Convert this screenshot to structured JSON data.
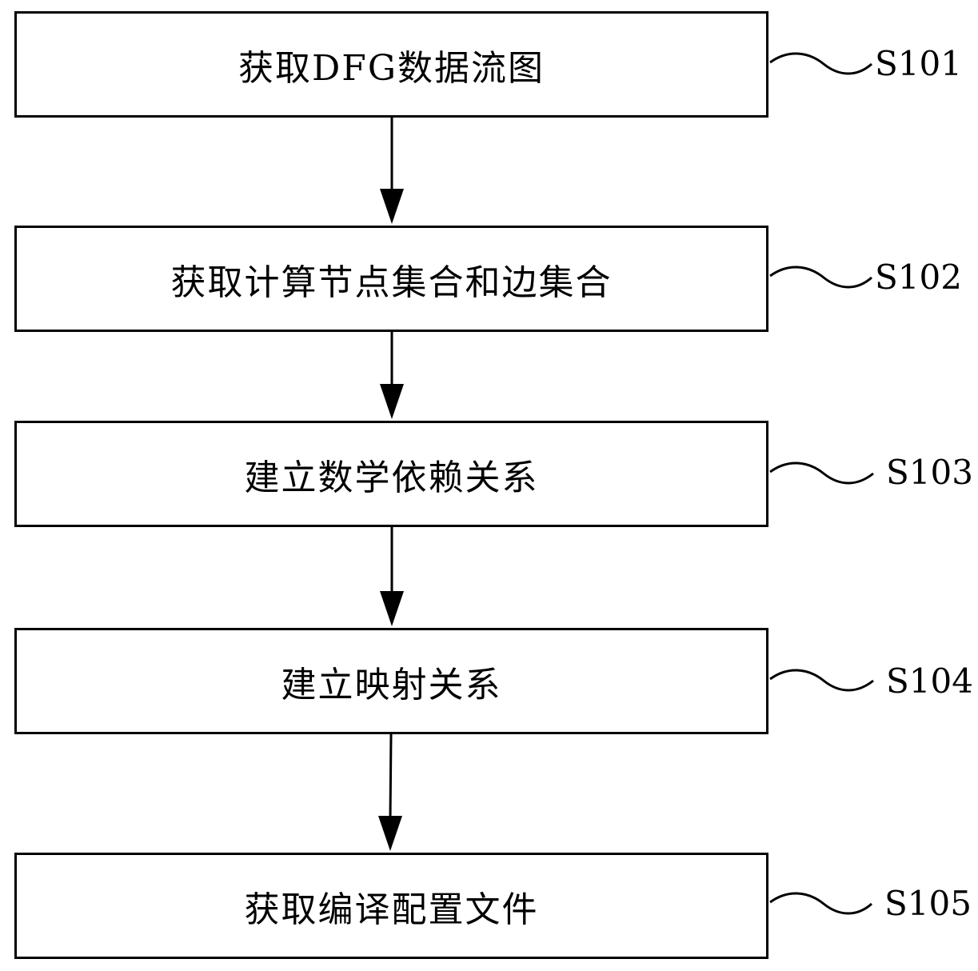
{
  "steps": [
    {
      "text": "获取DFG数据流图",
      "label": "S101"
    },
    {
      "text": "获取计算节点集合和边集合",
      "label": "S102"
    },
    {
      "text": "建立数学依赖关系",
      "label": "S103"
    },
    {
      "text": "建立映射关系",
      "label": "S104"
    },
    {
      "text": "获取编译配置文件",
      "label": "S105"
    }
  ],
  "colors": {
    "stroke": "#000000",
    "background": "#ffffff"
  }
}
